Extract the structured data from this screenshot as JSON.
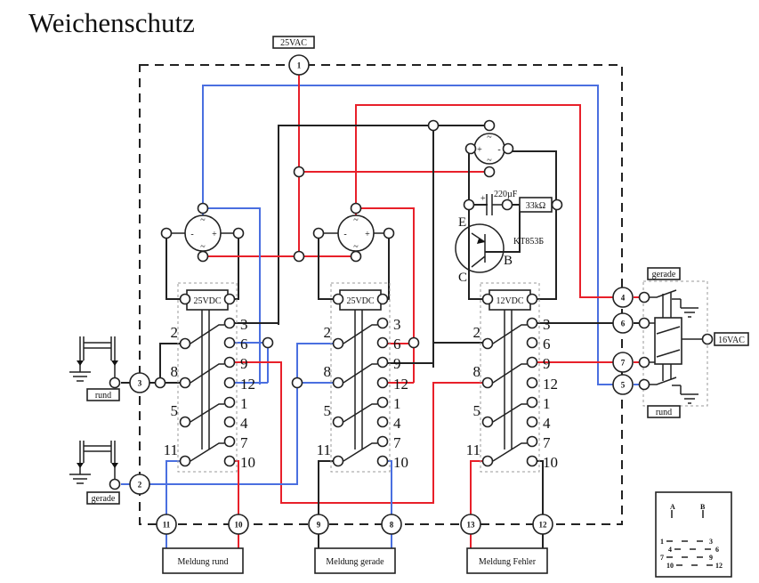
{
  "title": "Weichenschutz",
  "power_labels": {
    "top": "25VAC",
    "right": "16VAC"
  },
  "relays": [
    {
      "coil": "25VDC",
      "left_pins": [
        "2",
        "8",
        "5",
        "11"
      ],
      "right_pins": [
        "3",
        "6",
        "9",
        "12",
        "1",
        "4",
        "7",
        "10"
      ]
    },
    {
      "coil": "25VDC",
      "left_pins": [
        "2",
        "8",
        "5",
        "11"
      ],
      "right_pins": [
        "3",
        "6",
        "9",
        "12",
        "1",
        "4",
        "7",
        "10"
      ]
    },
    {
      "coil": "12VDC",
      "left_pins": [
        "2",
        "8",
        "5",
        "11"
      ],
      "right_pins": [
        "3",
        "6",
        "9",
        "12",
        "1",
        "4",
        "7",
        "10"
      ]
    }
  ],
  "components": {
    "capacitor": "220µF",
    "resistor": "33kΩ",
    "transistor": "KT853Б",
    "transistor_pins": {
      "e": "E",
      "b": "B",
      "c": "C"
    }
  },
  "terminals": {
    "t1": "1",
    "t2": "2",
    "t3": "3",
    "t4": "4",
    "t5": "5",
    "t6": "6",
    "t7": "7",
    "t8": "8",
    "t9": "9",
    "t10": "10",
    "t11": "11",
    "t12": "12",
    "t13": "13"
  },
  "outputs": [
    "Meldung rund",
    "Meldung gerade",
    "Meldung Fehler"
  ],
  "track_labels": {
    "upper": "rund",
    "lower": "gerade"
  },
  "turnout_labels": {
    "top": "gerade",
    "bottom": "rund"
  },
  "bridge_signs": {
    "ac": "~",
    "plus": "+",
    "minus": "-"
  },
  "legend": {
    "a": "A",
    "b": "B",
    "rows": [
      [
        "1",
        "3"
      ],
      [
        "4",
        "6"
      ],
      [
        "7",
        "9"
      ],
      [
        "10",
        "12"
      ]
    ]
  }
}
